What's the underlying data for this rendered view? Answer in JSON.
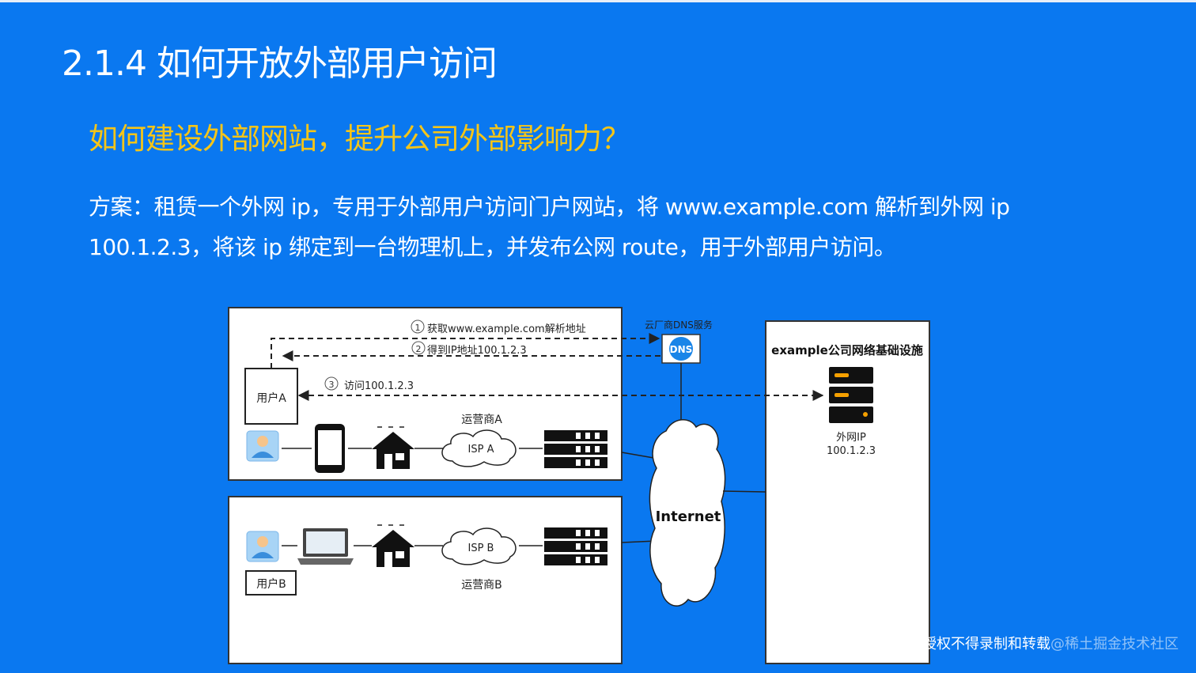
{
  "slide": {
    "title": "2.1.4 如何开放外部用户访问",
    "subtitle": "如何建设外部网站，提升公司外部影响力？",
    "plan_line1": "方案：租赁一个外网 ip，专用于外部用户访问门户网站，将 www.example.com 解析到外网 ip",
    "plan_line2": "100.1.2.3，将该 ip 绑定到一台物理机上，并发布公网 route，用于外部用户访问。"
  },
  "diagram": {
    "user_a": "用户A",
    "user_b": "用户B",
    "step1_num": "1",
    "step1": "获取www.example.com解析地址",
    "step2_num": "2",
    "step2": "得到IP地址100.1.2.3",
    "step3_num": "3",
    "step3": "访问100.1.2.3",
    "dns_label": "云厂商DNS服务",
    "dns_icon_text": "DNS",
    "isp_a_name": "运营商A",
    "isp_a": "ISP A",
    "isp_b_name": "运营商B",
    "isp_b": "ISP B",
    "internet": "Internet",
    "infra_title": "example公司网络基础设施",
    "server_label": "外网IP",
    "server_ip": "100.1.2.3"
  },
  "footer": {
    "notice": "未经授权不得录制和转载",
    "watermark": "@稀土掘金技术社区"
  },
  "colors": {
    "background": "#0a78f0",
    "title": "#ffffff",
    "subtitle": "#f5c518",
    "server": "#f5a000"
  }
}
